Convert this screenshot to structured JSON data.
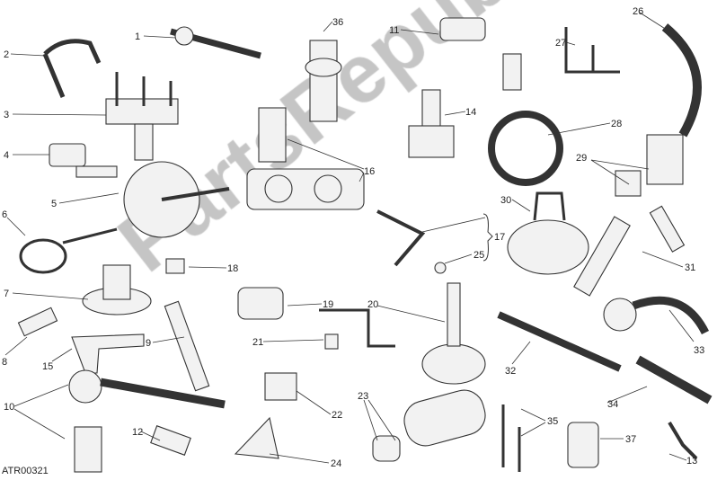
{
  "diagram_code": "ATR00321",
  "watermark": "PartsRepublik",
  "watermark_color": "#969696",
  "callouts": [
    "1",
    "2",
    "3",
    "4",
    "5",
    "6",
    "7",
    "8",
    "9",
    "10",
    "11",
    "12",
    "13",
    "14",
    "15",
    "16",
    "17",
    "18",
    "19",
    "20",
    "21",
    "22",
    "23",
    "24",
    "25",
    "26",
    "27",
    "28",
    "29",
    "30",
    "31",
    "32",
    "33",
    "34",
    "35",
    "36",
    "37"
  ]
}
